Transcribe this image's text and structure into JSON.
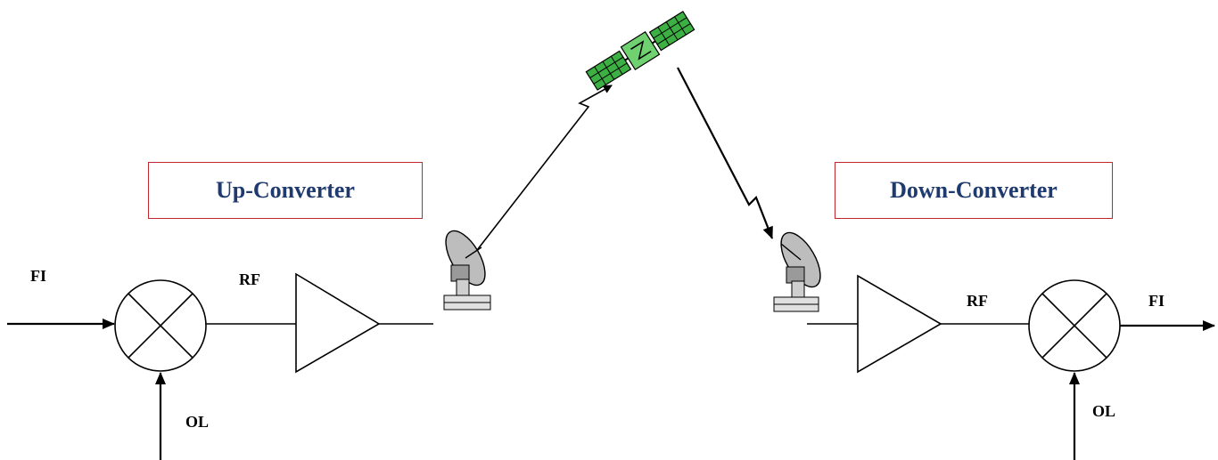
{
  "up_converter": {
    "title": "Up-Converter",
    "input_label": "FI",
    "output_label": "RF",
    "lo_label": "OL"
  },
  "down_converter": {
    "title": "Down-Converter",
    "input_label": "RF",
    "output_label": "FI",
    "lo_label": "OL"
  },
  "colors": {
    "title_text": "#1f3a6e",
    "title_border": "#c0272d",
    "satellite_panel": "#3cb043",
    "satellite_body": "#2e8b3a"
  },
  "icons": [
    "satellite-icon",
    "ground-antenna-icon",
    "mixer-icon",
    "amplifier-icon"
  ]
}
